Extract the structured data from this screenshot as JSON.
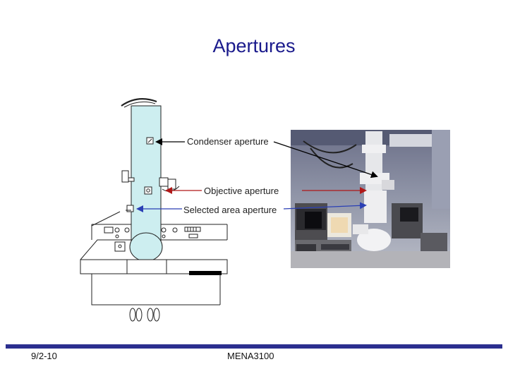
{
  "title": "Apertures",
  "labels": {
    "condenser": "Condenser aperture",
    "objective": "Objective aperture",
    "selected_area": "Selected area aperture"
  },
  "footer": {
    "date": "9/2-10",
    "course": "MENA3100"
  },
  "colors": {
    "title": "#1a1a8c",
    "condenser_arrow": "#000000",
    "objective_arrow": "#b01818",
    "selected_area_arrow": "#2a3fb5",
    "footer_bar": "#2b2f8f"
  }
}
